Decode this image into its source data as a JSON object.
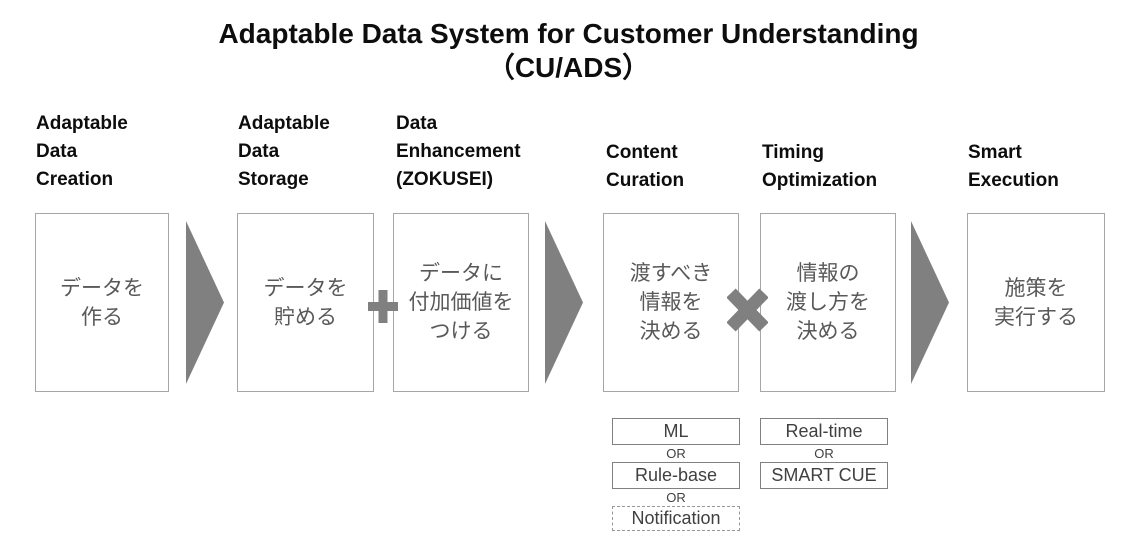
{
  "title": {
    "line1": "Adaptable Data System for Customer Understanding",
    "line2": "（CU/ADS）"
  },
  "stages": [
    {
      "name": "adaptable-data-creation",
      "header": "Adaptable\nData\nCreation",
      "label": "データを\n作る"
    },
    {
      "name": "adaptable-data-storage",
      "header": "Adaptable\nData\nStorage",
      "label": "データを\n貯める"
    },
    {
      "name": "data-enhancement",
      "header": "Data\nEnhancement\n(ZOKUSEI)",
      "label": "データに\n付加価値を\nつける"
    },
    {
      "name": "content-curation",
      "header": "Content\nCuration",
      "label": "渡すべき\n情報を\n決める"
    },
    {
      "name": "timing-optimization",
      "header": "Timing\nOptimization",
      "label": "情報の\n渡し方を\n決める"
    },
    {
      "name": "smart-execution",
      "header": "Smart\nExecution",
      "label": "施策を\n実行する"
    }
  ],
  "connectors": [
    {
      "type": "arrow",
      "between": "creation-and-storage"
    },
    {
      "type": "plus",
      "between": "storage-and-enhancement"
    },
    {
      "type": "arrow",
      "between": "enhancement-and-curation"
    },
    {
      "type": "multiply",
      "between": "curation-and-timing"
    },
    {
      "type": "arrow",
      "between": "timing-and-execution"
    }
  ],
  "option_groups": [
    {
      "under": "content-curation",
      "separator": "OR",
      "items": [
        {
          "label": "ML",
          "border": "solid"
        },
        {
          "label": "Rule-base",
          "border": "solid"
        },
        {
          "label": "Notification",
          "border": "dashed"
        }
      ]
    },
    {
      "under": "timing-optimization",
      "separator": "OR",
      "items": [
        {
          "label": "Real-time",
          "border": "solid"
        },
        {
          "label": "SMART CUE",
          "border": "solid"
        }
      ]
    }
  ],
  "colors": {
    "background": "#ffffff",
    "connector_gray": "#808080",
    "big_box_border": "#a6a6a6",
    "big_box_text": "#595959",
    "option_box_border": "#808080",
    "option_box_dashed_border": "#999999",
    "option_text": "#404040",
    "heading_text": "#0d0d0d"
  }
}
